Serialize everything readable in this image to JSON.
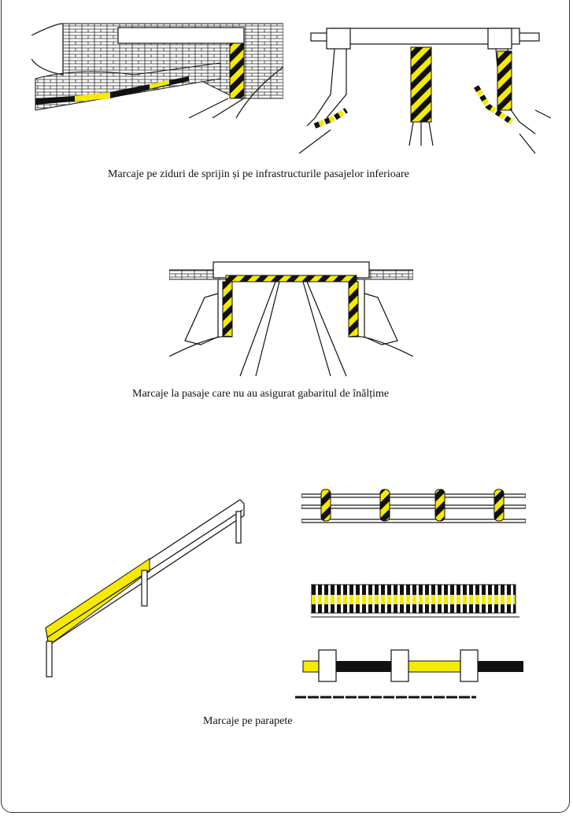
{
  "figures": [
    {
      "caption": "Marcaje pe ziduri de sprijin și pe infrastructurile pasajelor inferioare"
    },
    {
      "caption": "Marcaje la pasaje care nu au asigurat gabaritul de înălțime"
    },
    {
      "caption": "Marcaje pe parapete"
    }
  ],
  "colors": {
    "marking_yellow": "#f5ea00",
    "marking_black": "#111111",
    "line": "#111111"
  }
}
